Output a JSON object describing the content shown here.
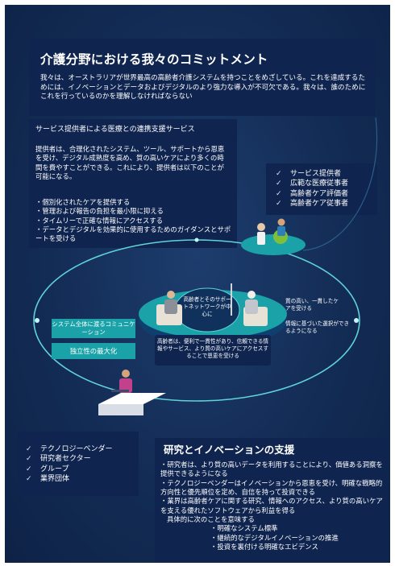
{
  "title": "介護分野における我々のコミットメント",
  "intro": "我々は、オーストラリアが世界最高の高齢者介護システムを持つことをめざしている。これを達成するためには、イノベーションとデータおよびデジタルのより強力な導入が不可欠である。我々は、誰のためにこれを行っているのかを理解しなければならない",
  "services": {
    "heading": "サービス提供者による医療との連携支援サービス",
    "body": "提供者は、合理化されたシステム、ツール、サポートから恩恵を受け、デジタル成熟度を高め、質の高いケアにより多くの時間を費やすことができる。これにより、提供者は以下のことが可能になる。",
    "bullets": [
      "・個別化されたケアを提供する",
      "・管理および報告の負担を最小限に抑える",
      "・タイムリーで正確な情報にアクセスする",
      "・データとデジタルを効果的に使用するためのガイダンスとサポートを受ける"
    ]
  },
  "stakeholders_right": [
    "サービス提供者",
    "広範な医療従事者",
    "高齢者ケア評価者",
    "高齢者ケア従事者"
  ],
  "diagram": {
    "center_label": "高齢者とそのサポートネットワークが中心に",
    "center_body": "高齢者は、便利で一貫性があり、信頼できる情報やサービス、より質の高いケアにアクセスすることで恩恵を受ける",
    "left_badge": "システム全体に渡るコミュニケーション",
    "left_badge2": "独立性の最大化",
    "right_label": "質の高い、一貫したケアを受ける",
    "right_label2": "情報に基づいた選択ができるようになる"
  },
  "stakeholders_left": [
    "テクノロジーベンダー",
    "研究者セクター",
    "グループ",
    "業界団体"
  ],
  "research": {
    "title": "研究とイノベーションの支援",
    "lines": [
      "・研究者は、より質の高いデータを利用することにより、価値ある洞察を提供できるようになる",
      "・テクノロジーベンダーはイノベーションから恩恵を受け、明確な戦略的方向性と優先順位を定め、自信を持って投資できる",
      "・業界は高齢者ケアに関する研究、情報へのアクセス、より質の高いケアを支える優れたソフトウェアから利益を得る"
    ],
    "sub_heading": "具体的に次のことを意味する",
    "sub_items": [
      "・明確なシステム標準",
      "・継続的なデジタルイノベーションの推進",
      "・投資を裏付ける明確なエビデンス"
    ]
  },
  "colors": {
    "background": "#132c55",
    "panel": "#0f2550",
    "teal": "#1aa2a8",
    "ring": "#5fd3d8"
  }
}
